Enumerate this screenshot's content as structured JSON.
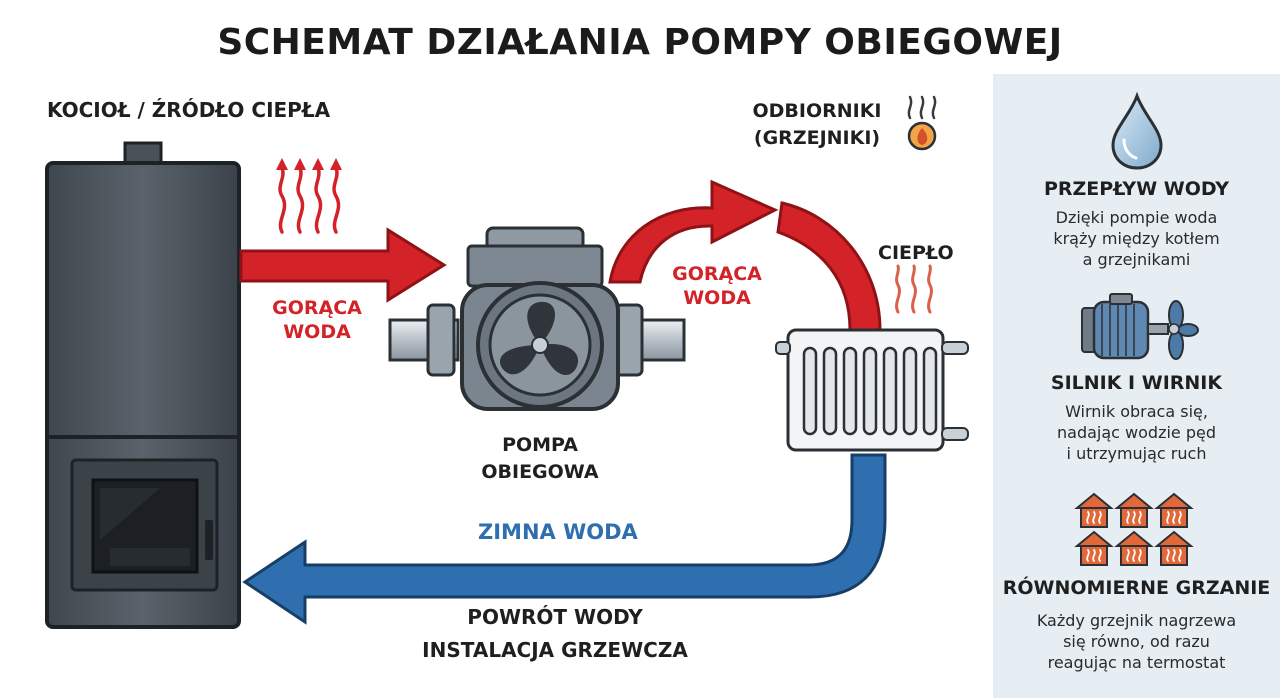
{
  "title": "SCHEMAT DZIAŁANIA POMPY OBIEGOWEJ",
  "labels": {
    "boiler": "KOCIOŁ / ŹRÓDŁO CIEPŁA",
    "hot_water_1_line1": "GORĄCA",
    "hot_water_1_line2": "WODA",
    "hot_water_2_line1": "GORĄCA",
    "hot_water_2_line2": "WODA",
    "pump_line1": "POMPA",
    "pump_line2": "OBIEGOWA",
    "receivers_line1": "ODBIORNIKI",
    "receivers_line2": "(GRZEJNIKI)",
    "heat": "CIEPŁO",
    "cold_water": "ZIMNA WODA",
    "return_line1": "POWRÓT WODY",
    "return_line2": "INSTALACJA GRZEWCZA"
  },
  "sidebar": {
    "items": [
      {
        "icon": "water-drop-icon",
        "title": "PRZEPŁYW WODY",
        "text": [
          "Dzięki pompie woda",
          "krąży między kotłem",
          "a grzejnikami"
        ]
      },
      {
        "icon": "motor-impeller-icon",
        "title": "SILNIK I WIRNIK",
        "text": [
          "Wirnik obraca się,",
          "nadając wodzie pęd",
          "i utrzymując ruch"
        ]
      },
      {
        "icon": "houses-icon",
        "title": "RÓWNOMIERNE GRZANIE",
        "text": [
          "Każdy grzejnik nagrzewa",
          "się równo, od razu",
          "reagując na termostat"
        ]
      }
    ]
  },
  "colors": {
    "hot": "#d32228",
    "cold": "#2f6fb0",
    "boiler": "#4a5259",
    "house": "#e2683a"
  }
}
